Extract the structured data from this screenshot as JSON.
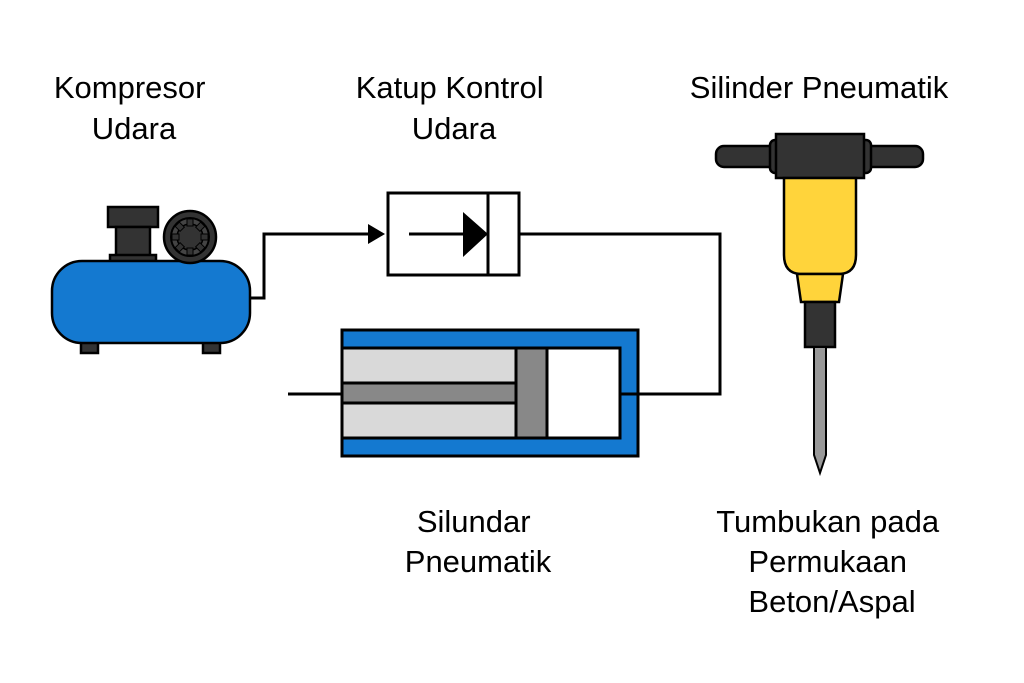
{
  "diagram": {
    "type": "pneumatic-jackhammer-flow",
    "labels": {
      "compressor": [
        "Kompresor",
        "Udara"
      ],
      "control_valve": [
        "Katup Kontrol",
        "Udara"
      ],
      "jackhammer": [
        "Silinder Pneumatik"
      ],
      "cylinder": [
        "Silundar",
        "Pneumatik"
      ],
      "impact": [
        "Tumbukan pada",
        "Permukaan",
        "Beton/Aspal"
      ]
    },
    "icons": {
      "compressor": "air-compressor-icon",
      "control_valve": "check-valve-symbol",
      "cylinder": "pneumatic-cylinder-icon",
      "jackhammer": "jackhammer-icon"
    },
    "flow": [
      {
        "from": "compressor",
        "to": "control_valve",
        "arrow": true
      },
      {
        "from": "control_valve",
        "to": "cylinder",
        "arrow": false
      }
    ],
    "colors": {
      "blue": "#1479d0",
      "yellow": "#ffd43b",
      "dark": "#333333",
      "light_gray": "#d9d9d9",
      "mid_gray": "#888888",
      "bit_gray": "#999999",
      "outline": "#000000"
    }
  }
}
